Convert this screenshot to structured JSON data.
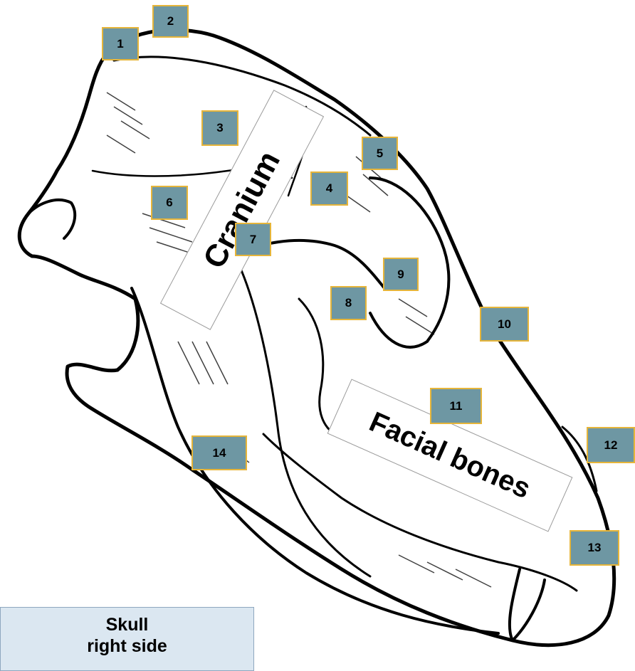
{
  "colors": {
    "box_fill": "#6e97a3",
    "box_border": "#e6b53a",
    "caption_fill": "#dbe7f1",
    "ink": "#000000"
  },
  "number_labels": [
    "1",
    "2",
    "3",
    "4",
    "5",
    "6",
    "7",
    "8",
    "9",
    "10",
    "11",
    "12",
    "13",
    "14"
  ],
  "regions": {
    "cranium": "Cranium",
    "facial": "Facial bones"
  },
  "caption": {
    "line1": "Skull",
    "line2": "right side"
  }
}
